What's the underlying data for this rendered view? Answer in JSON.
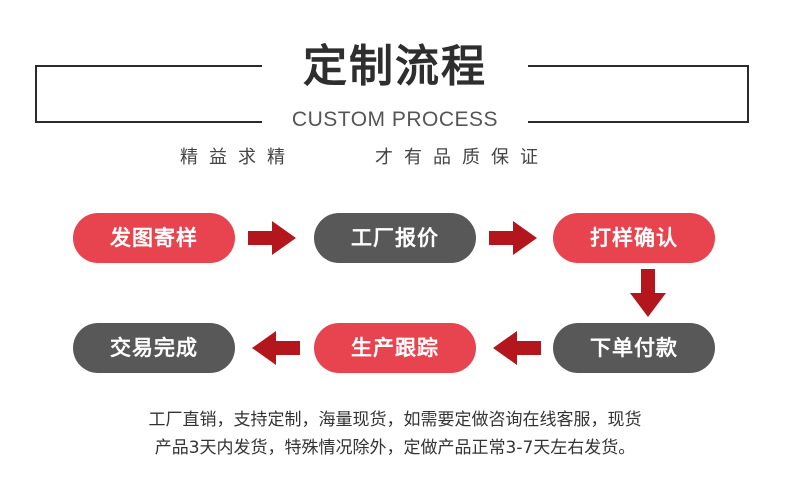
{
  "header": {
    "title": "定制流程",
    "subtitle": "CUSTOM PROCESS",
    "slogan_left": "精益求精",
    "slogan_right": "才有品质保证"
  },
  "steps": [
    {
      "label": "发图寄样",
      "color": "#e8444f"
    },
    {
      "label": "工厂报价",
      "color": "#585858"
    },
    {
      "label": "打样确认",
      "color": "#e8444f"
    },
    {
      "label": "下单付款",
      "color": "#585858"
    },
    {
      "label": "生产跟踪",
      "color": "#e8444f"
    },
    {
      "label": "交易完成",
      "color": "#585858"
    }
  ],
  "arrow_color": "#b3161d",
  "notes": {
    "line1": "工厂直销，支持定制，海量现货，如需要定做咨询在线客服，现货",
    "line2": "产品3天内发货，特殊情况除外，定做产品正常3-7天左右发货。"
  }
}
